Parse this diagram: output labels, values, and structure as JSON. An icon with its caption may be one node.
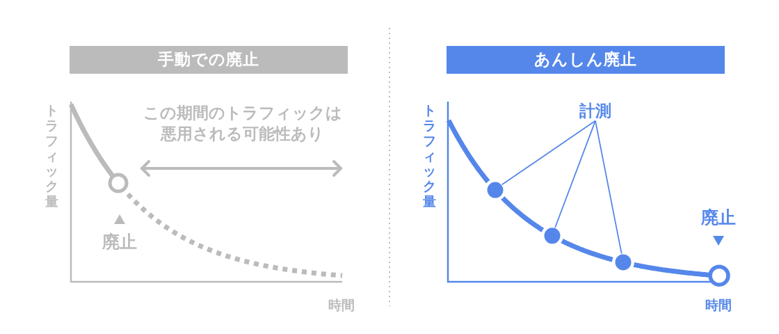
{
  "diagram": {
    "nodes": [
      {
        "text": [
          "手動での廃止"
        ]
      },
      {
        "text": [
          "あんしん廃止"
        ]
      },
      {
        "text": [
          "計測"
        ]
      },
      {
        "text": [],
        "shape": "circle"
      },
      {
        "text": [],
        "shape": "circle"
      },
      {
        "text": [],
        "shape": "circle"
      }
    ],
    "edges": [
      {
        "from": 2,
        "to": 3,
        "arrow": "none"
      },
      {
        "from": 2,
        "to": 4,
        "arrow": "none"
      },
      {
        "from": 2,
        "to": 5,
        "arrow": "none"
      }
    ],
    "labels": [
      "トラフィック量",
      "この期間のトラフィックは悪用される可能性あり",
      "廃止",
      "時間",
      "トラフィック量",
      "廃止",
      "時間"
    ]
  }
}
